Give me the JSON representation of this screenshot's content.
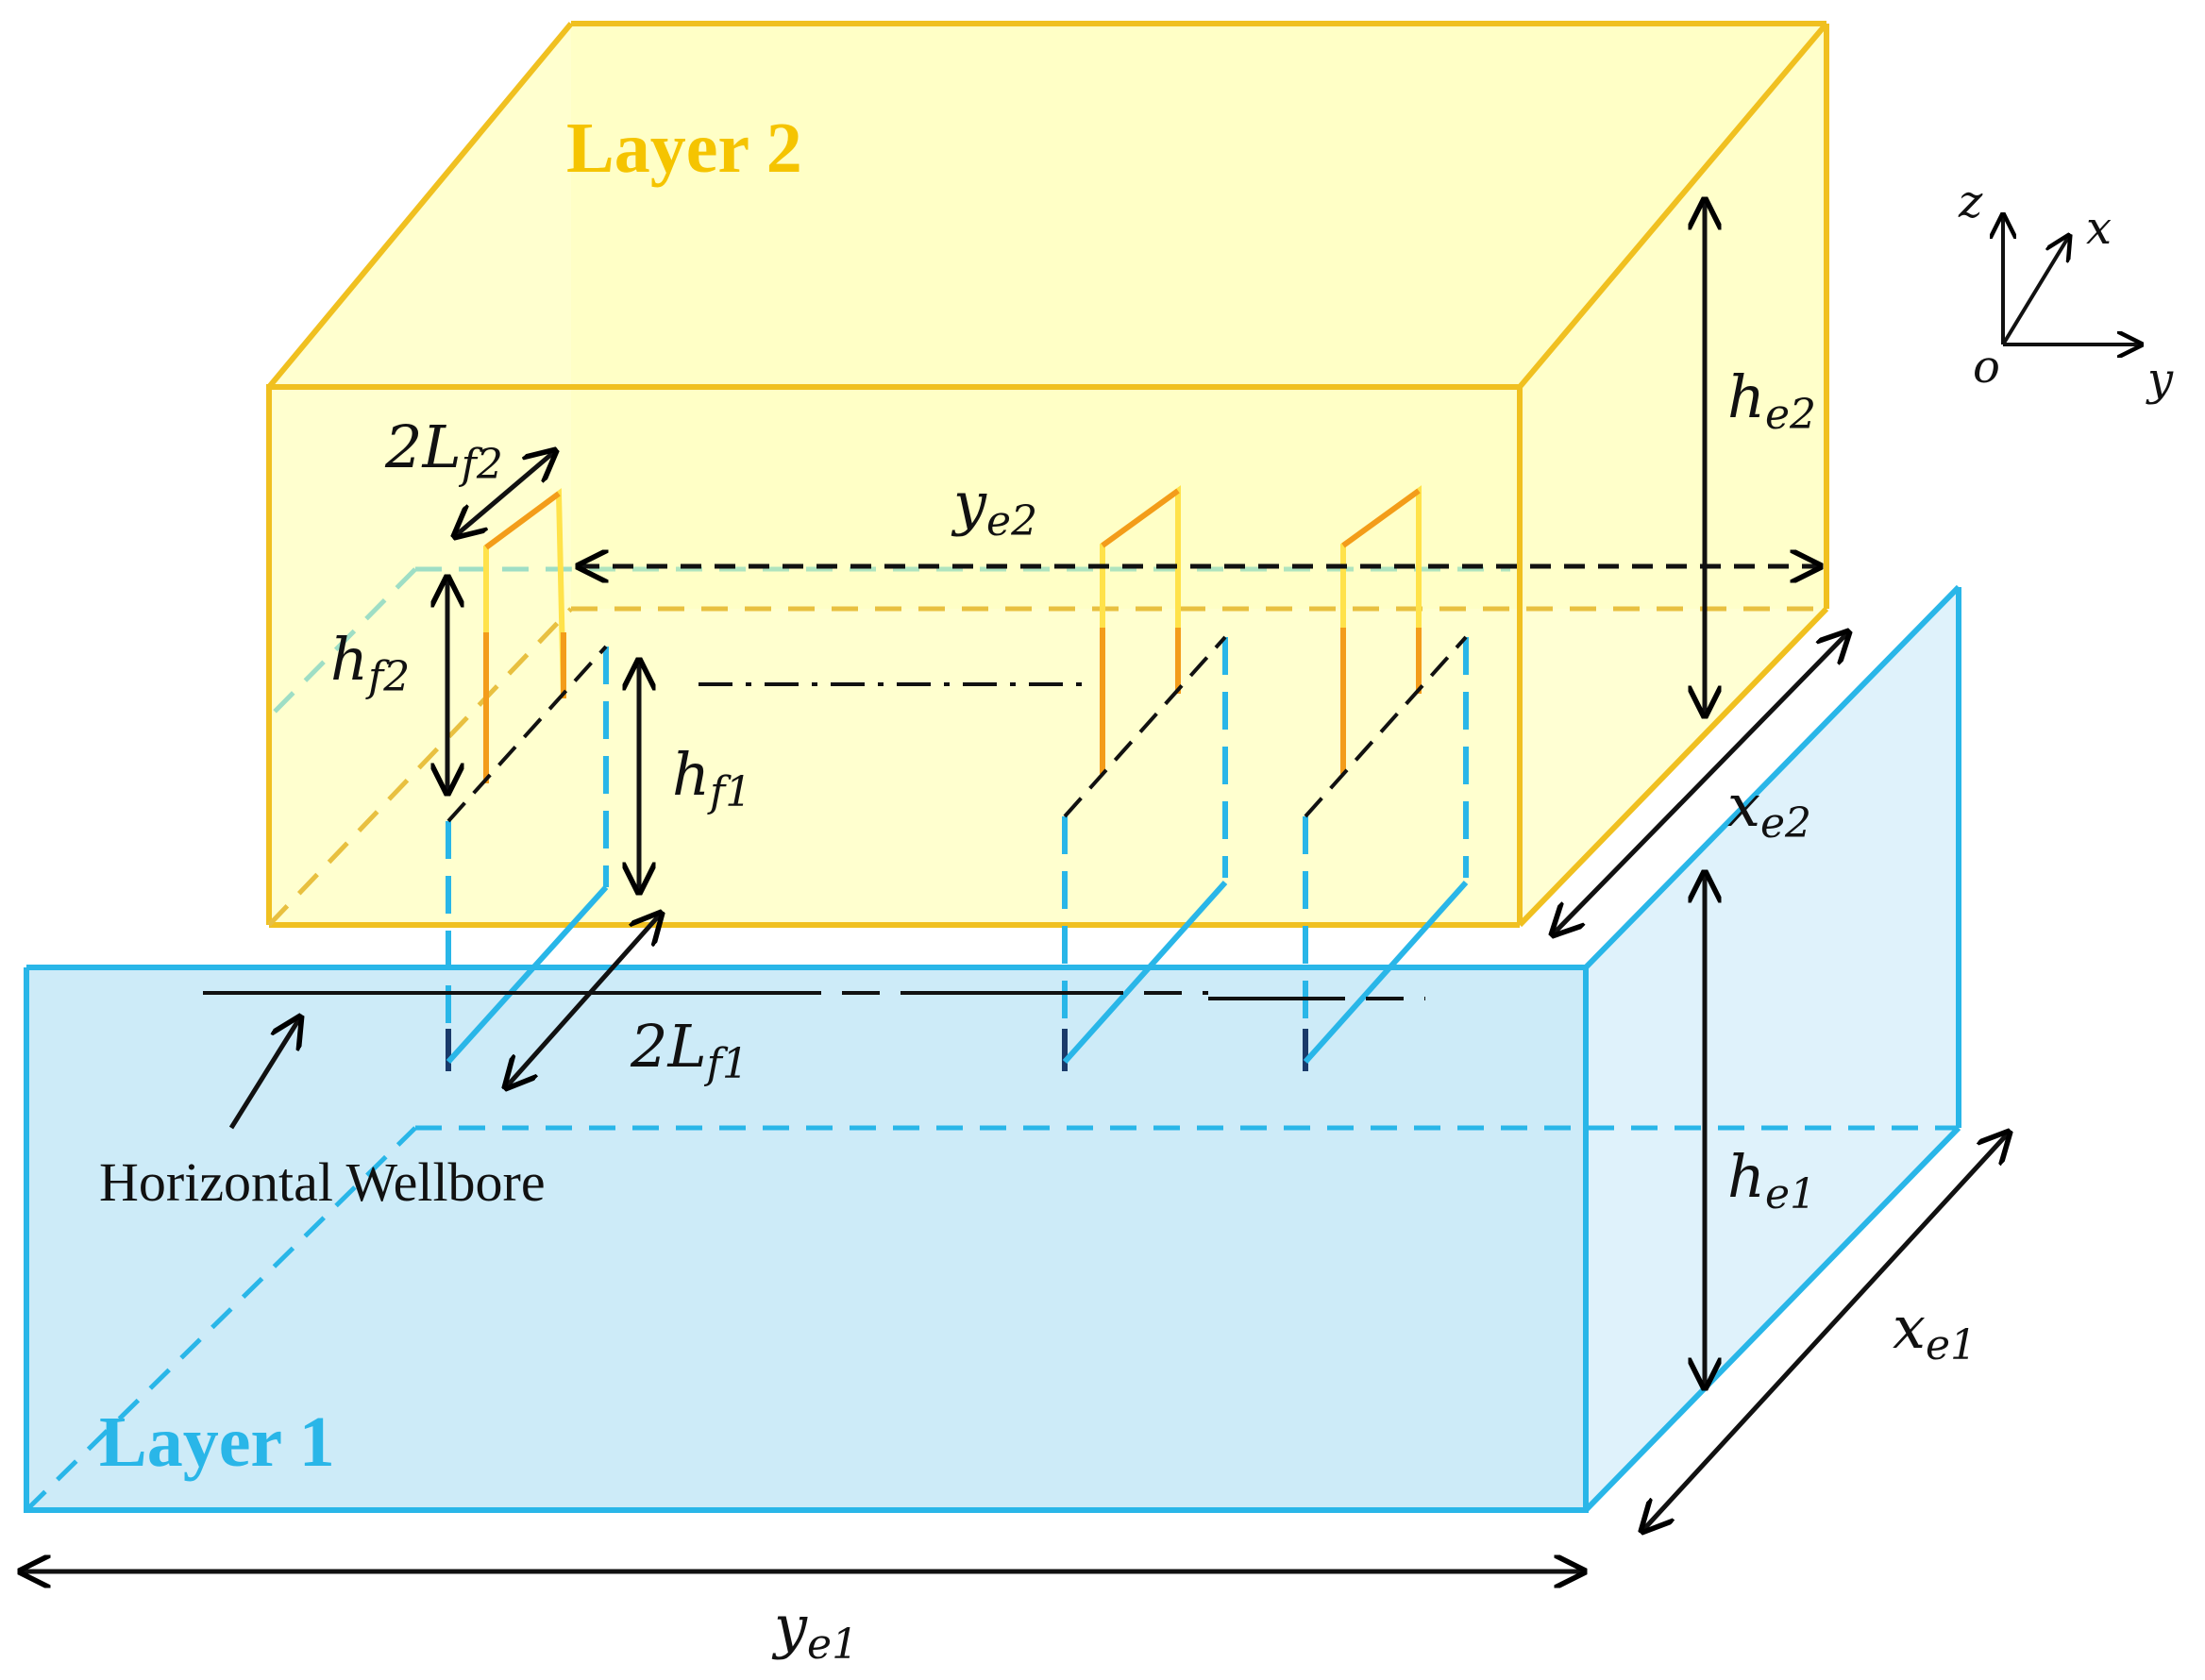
{
  "layers": {
    "layer1": {
      "label": "Layer 1",
      "color": "#29b6e8"
    },
    "layer2": {
      "label": "Layer 2",
      "color": "#f5c400"
    }
  },
  "wellbore": {
    "label": "Horizontal Wellbore"
  },
  "axes": {
    "z": "z",
    "x": "x",
    "y": "y",
    "origin": "o"
  },
  "dimensions": {
    "ye1": {
      "main": "y",
      "sub": "e1"
    },
    "xe1": {
      "main": "x",
      "sub": "e1"
    },
    "he1": {
      "main": "h",
      "sub": "e1"
    },
    "ye2": {
      "main": "y",
      "sub": "e2"
    },
    "xe2": {
      "main": "x",
      "sub": "e2"
    },
    "he2": {
      "main": "h",
      "sub": "e2"
    },
    "hf1": {
      "main": "h",
      "sub": "f1"
    },
    "hf2": {
      "main": "h",
      "sub": "f2"
    },
    "lf1": {
      "main": "2L",
      "sub": "f1"
    },
    "lf2": {
      "main": "2L",
      "sub": "f2"
    }
  }
}
